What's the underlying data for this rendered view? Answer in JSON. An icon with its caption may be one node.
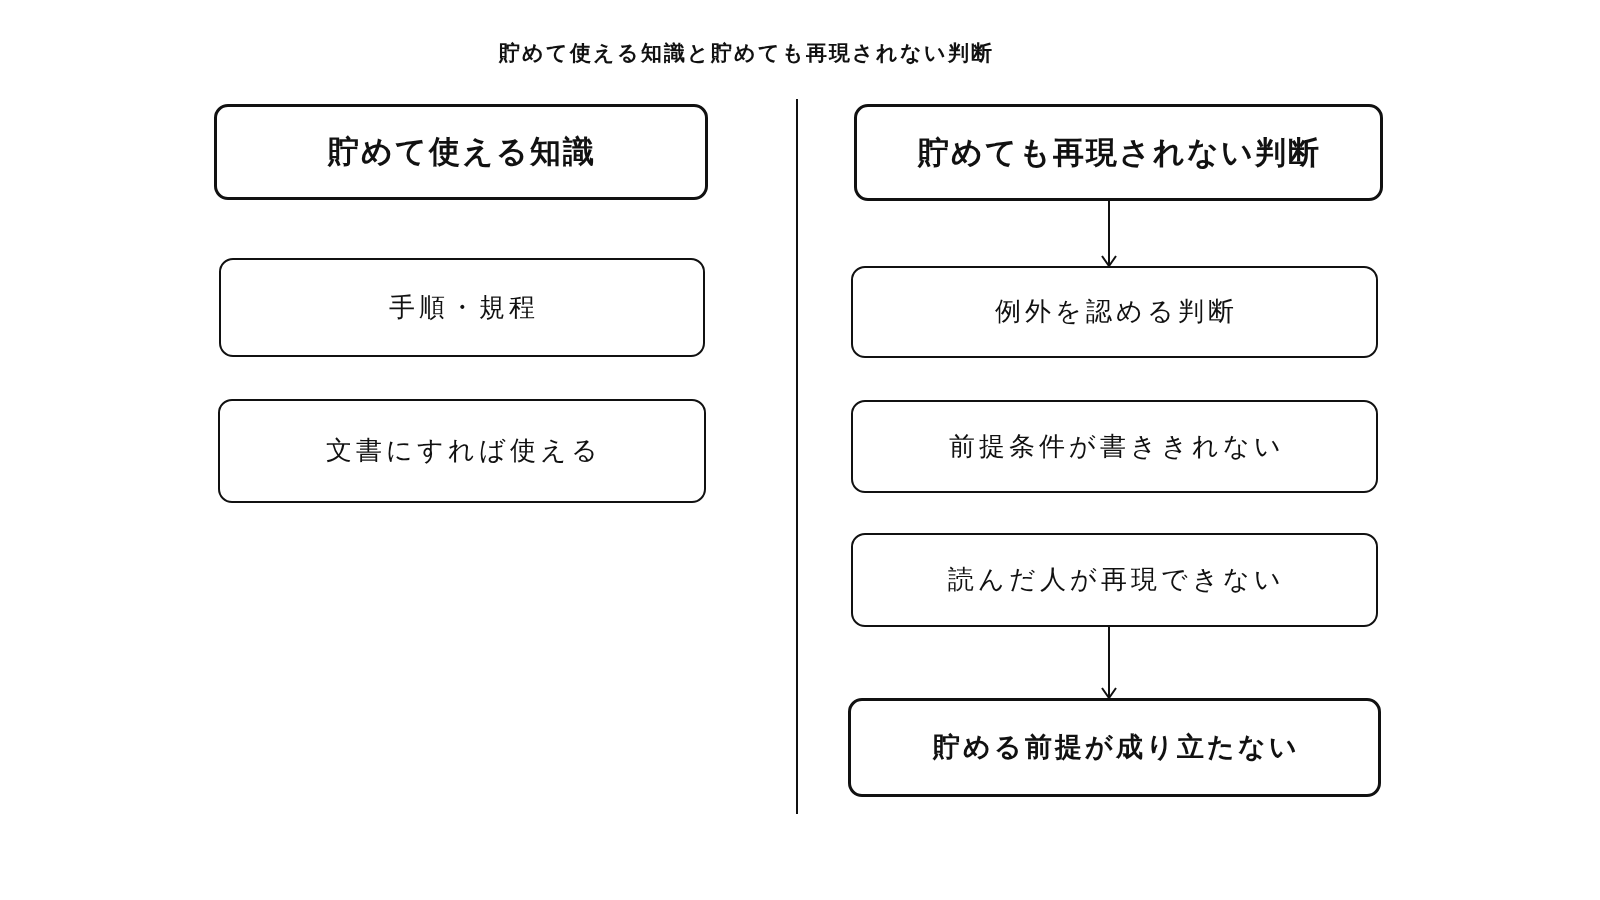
{
  "diagram": {
    "title": "貯めて使える知識と貯めても再現されない判断",
    "nodes": [
      {
        "text": [
          "貯めて使える知識"
        ]
      },
      {
        "text": [
          "手順・規程"
        ]
      },
      {
        "text": [
          "文書にすれば使える"
        ]
      },
      {
        "text": [
          "貯めても再現されない判断"
        ]
      },
      {
        "text": [
          "例外を認める判断"
        ]
      },
      {
        "text": [
          "前提条件が書ききれない"
        ]
      },
      {
        "text": [
          "読んだ人が再現できない"
        ]
      },
      {
        "text": [
          "貯める前提が成り立たない"
        ]
      }
    ],
    "edges": [
      {
        "from": 3,
        "to": 4,
        "arrow": "to"
      },
      {
        "from": 6,
        "to": 7,
        "arrow": "to"
      }
    ]
  }
}
